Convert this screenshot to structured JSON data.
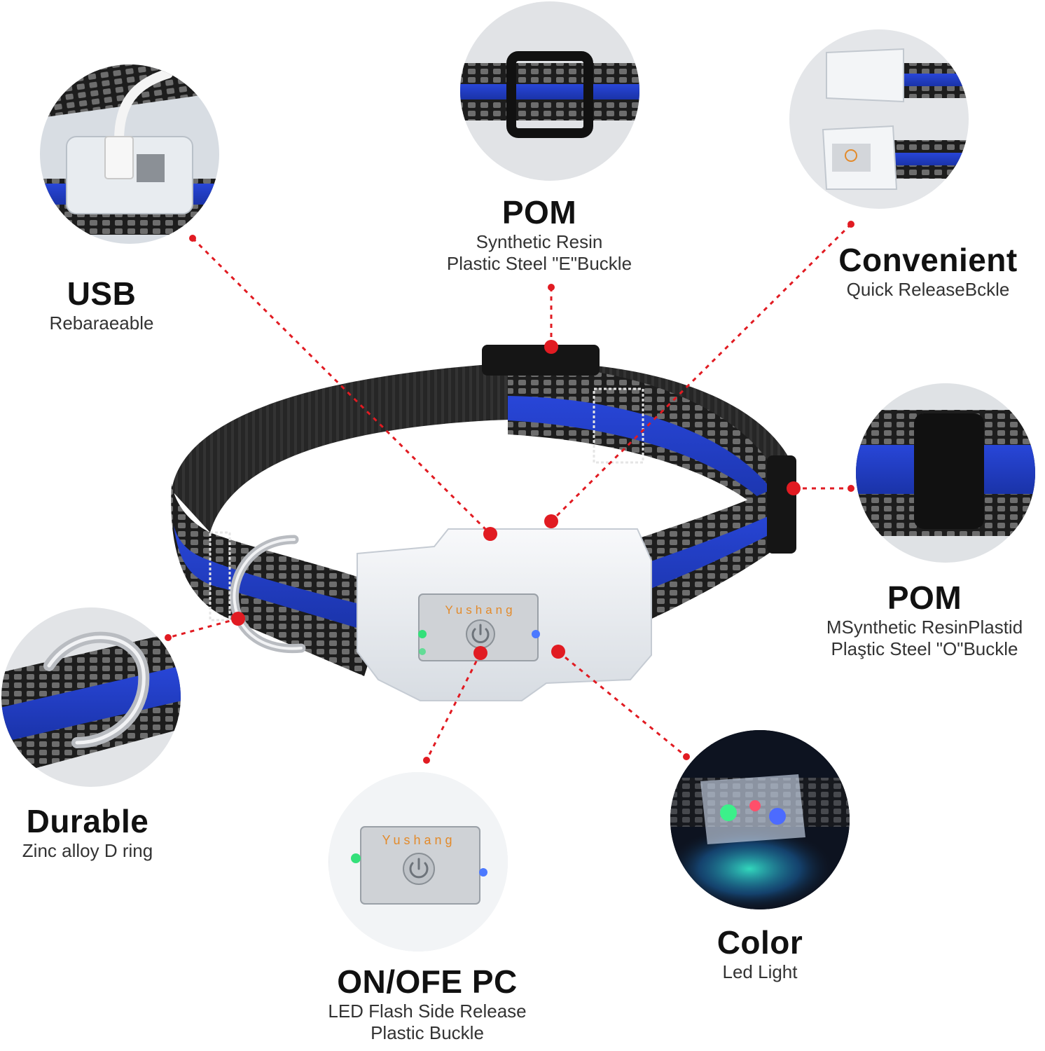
{
  "colors": {
    "accent_red": "#e11b22",
    "strap_black": "#262626",
    "strap_blue": "#1f3ec9",
    "reflective_grey": "#6d6d6d",
    "buckle_clear": "#eef1f4",
    "brand_orange": "#e38a2a"
  },
  "features": {
    "usb": {
      "title": "USB",
      "subtitle": "Rebaraeable"
    },
    "pom_top": {
      "title": "POM",
      "line1": "Synthetic Resin",
      "line2": "Plastic Steel \"E\"Buckle"
    },
    "convenient": {
      "title": "Convenient",
      "subtitle": "Quick ReleaseBckle"
    },
    "pom_right": {
      "title": "POM",
      "line1": "MSynthetic ResinPlastid",
      "line2": "Plaştic Steel \"O\"Buckle"
    },
    "durable": {
      "title": "Durable",
      "subtitle": "Zinc alloy D ring"
    },
    "on_off": {
      "title": "ON/OFE PC",
      "line1": "LED Flash Side Release",
      "line2": "Plastic Buckle"
    },
    "color": {
      "title": "Color",
      "subtitle": "Led Light"
    }
  },
  "brand": "Yushang",
  "icons": [
    "usb-cable-icon",
    "power-button-icon"
  ]
}
